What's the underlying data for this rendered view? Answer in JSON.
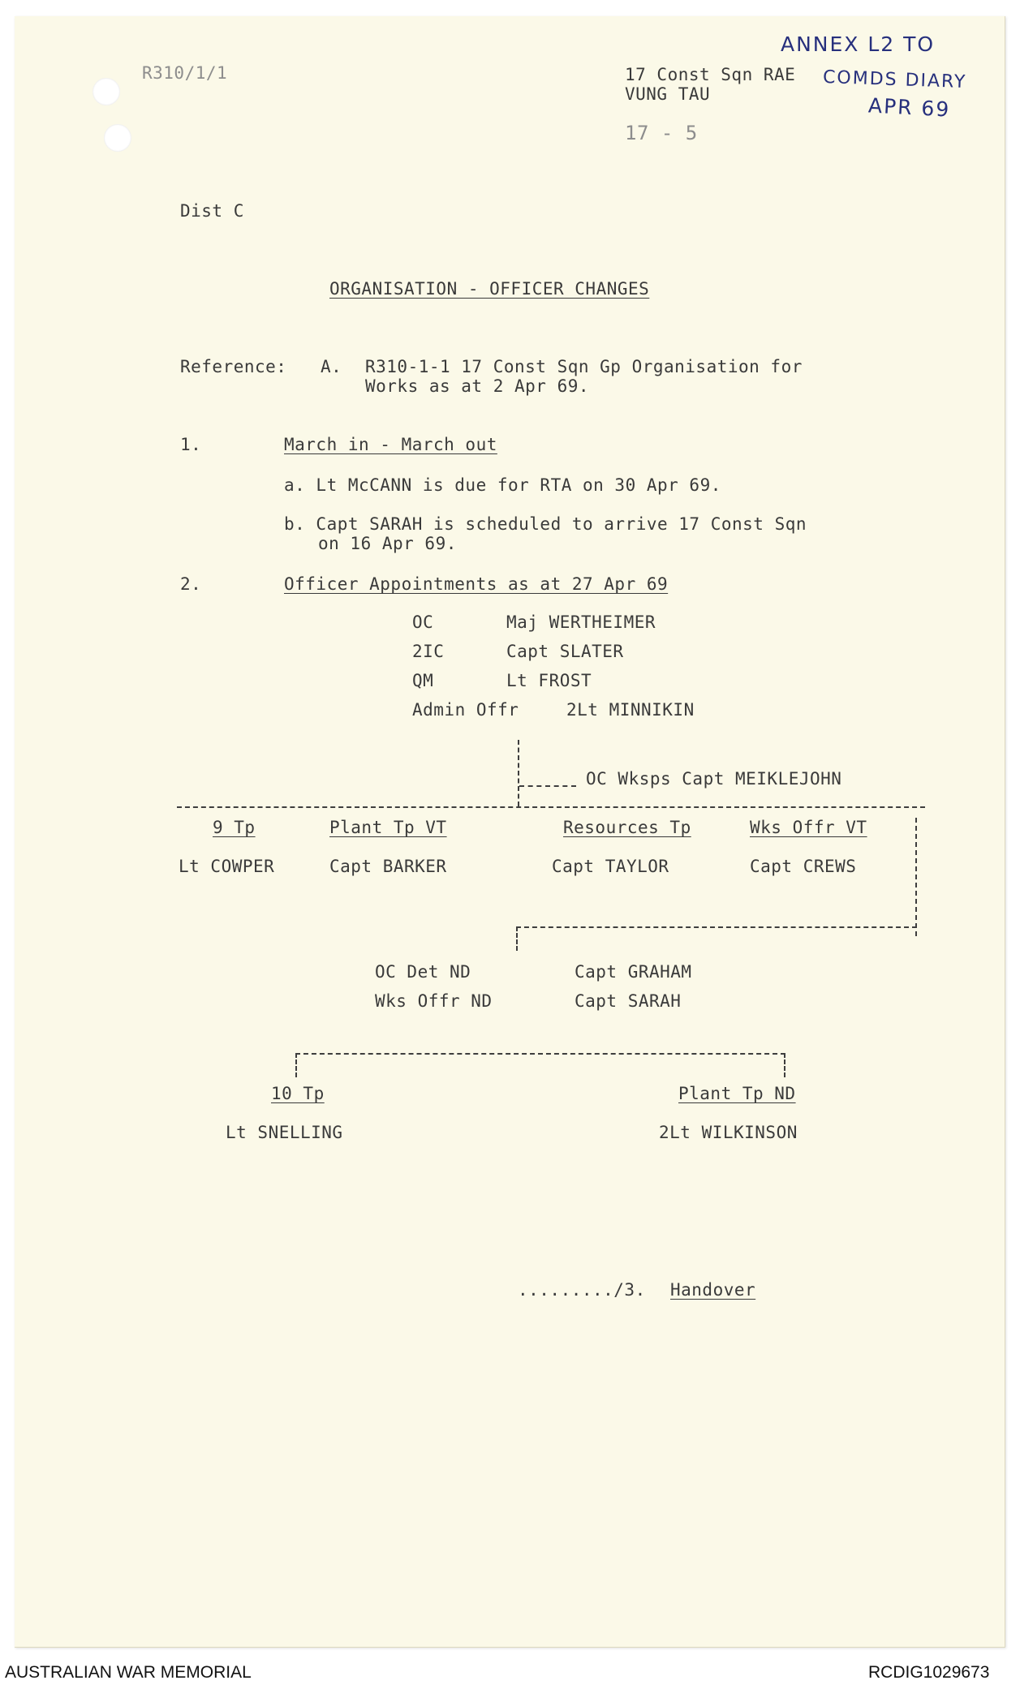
{
  "header": {
    "file_ref": "R310/1/1",
    "unit": "17 Const Sqn RAE",
    "location": "VUNG TAU",
    "date_stamp": "17 - 5"
  },
  "annotation": {
    "line1": "ANNEX L2 TO",
    "line2": "COMDS DIARY",
    "line3": "APR 69"
  },
  "distribution": "Dist C",
  "title": "ORGANISATION - OFFICER CHANGES",
  "reference": {
    "label": "Reference:",
    "item": "A.",
    "line1": "R310-1-1 17 Const Sqn Gp Organisation for",
    "line2": "Works as at 2 Apr 69."
  },
  "section1": {
    "number": "1.",
    "heading": "March in - March out",
    "item_a": "a. Lt McCANN is due for RTA on 30 Apr 69.",
    "item_b_line1": "b. Capt SARAH is scheduled to arrive 17 Const Sqn",
    "item_b_line2": "on 16 Apr 69."
  },
  "section2": {
    "number": "2.",
    "heading": "Officer Appointments as at 27 Apr 69",
    "appointments": [
      {
        "role": "OC",
        "name": "Maj WERTHEIMER"
      },
      {
        "role": "2IC",
        "name": "Capt SLATER"
      },
      {
        "role": "QM",
        "name": "Lt FROST"
      },
      {
        "role": "Admin Offr",
        "name": "2Lt MINNIKIN"
      }
    ],
    "workshops": "OC Wksps Capt MEIKLEJOHN",
    "troops": [
      {
        "title": "9 Tp",
        "officer": "Lt COWPER"
      },
      {
        "title": "Plant Tp VT",
        "officer": "Capt BARKER"
      },
      {
        "title": "Resources Tp",
        "officer": "Capt TAYLOR"
      },
      {
        "title": "Wks Offr VT",
        "officer": "Capt CREWS"
      }
    ],
    "detachment": [
      {
        "role": "OC Det ND",
        "name": "Capt GRAHAM"
      },
      {
        "role": "Wks Offr ND",
        "name": "Capt SARAH"
      }
    ],
    "sub_troops": [
      {
        "title": "10 Tp",
        "officer": "Lt SNELLING"
      },
      {
        "title": "Plant Tp ND",
        "officer": "2Lt WILKINSON"
      }
    ]
  },
  "continuation": {
    "dots": "........./3.",
    "label": "Handover"
  },
  "footer": {
    "left": "AUSTRALIAN WAR MEMORIAL",
    "right": "RCDIG1029673"
  }
}
